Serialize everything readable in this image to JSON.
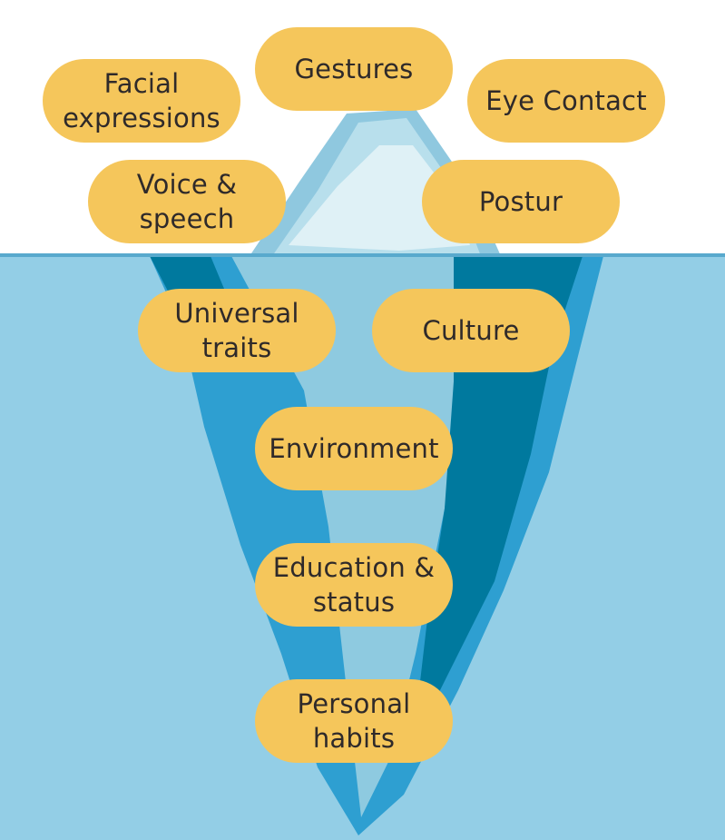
{
  "colors": {
    "sky": "#ffffff",
    "water": "#93cee6",
    "waterline": "#58a9cd",
    "ice_tip_light": "#dff1f6",
    "ice_tip_mid": "#b8dfec",
    "ice_tip_shadow": "#8fc8df",
    "iceberg_mid": "#2e9fd1",
    "iceberg_dark": "#00799e",
    "iceberg_core": "#8ecae0",
    "pill": "#f5c65b",
    "text": "#2f2a2a"
  },
  "diagram": {
    "type": "iceberg",
    "visible_traits": [
      {
        "id": "facial",
        "label": "Facial\nexpressions"
      },
      {
        "id": "gestures",
        "label": "Gestures"
      },
      {
        "id": "eye",
        "label": "Eye Contact"
      },
      {
        "id": "voice",
        "label": "Voice &\nspeech"
      },
      {
        "id": "postur",
        "label": "Postur"
      }
    ],
    "hidden_traits": [
      {
        "id": "universal",
        "label": "Universal\ntraits"
      },
      {
        "id": "culture",
        "label": "Culture"
      },
      {
        "id": "environment",
        "label": "Environment"
      },
      {
        "id": "education",
        "label": "Education &\nstatus"
      },
      {
        "id": "personal",
        "label": "Personal\nhabits"
      }
    ]
  }
}
